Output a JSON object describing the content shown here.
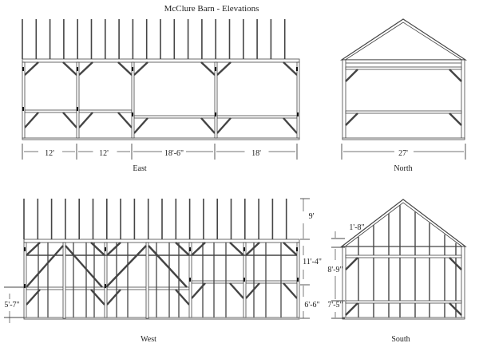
{
  "title": "McClure Barn - Elevations",
  "colors": {
    "line": "#444444",
    "fill": "#ffffff",
    "block": "#111111"
  },
  "elevations": {
    "east": {
      "label": "East",
      "dimensions": [
        "12'",
        "12'",
        "18'-6\"",
        "18'"
      ]
    },
    "north": {
      "label": "North",
      "dimensions": [
        "27'"
      ]
    },
    "west": {
      "label": "West",
      "heights": [
        "9'",
        "11'-4\"",
        "6'-6\""
      ],
      "left_dimension": "5'-7\""
    },
    "south": {
      "label": "South",
      "heights": [
        "1'-8\"",
        "8'-9\"",
        "7'-5\""
      ]
    }
  }
}
